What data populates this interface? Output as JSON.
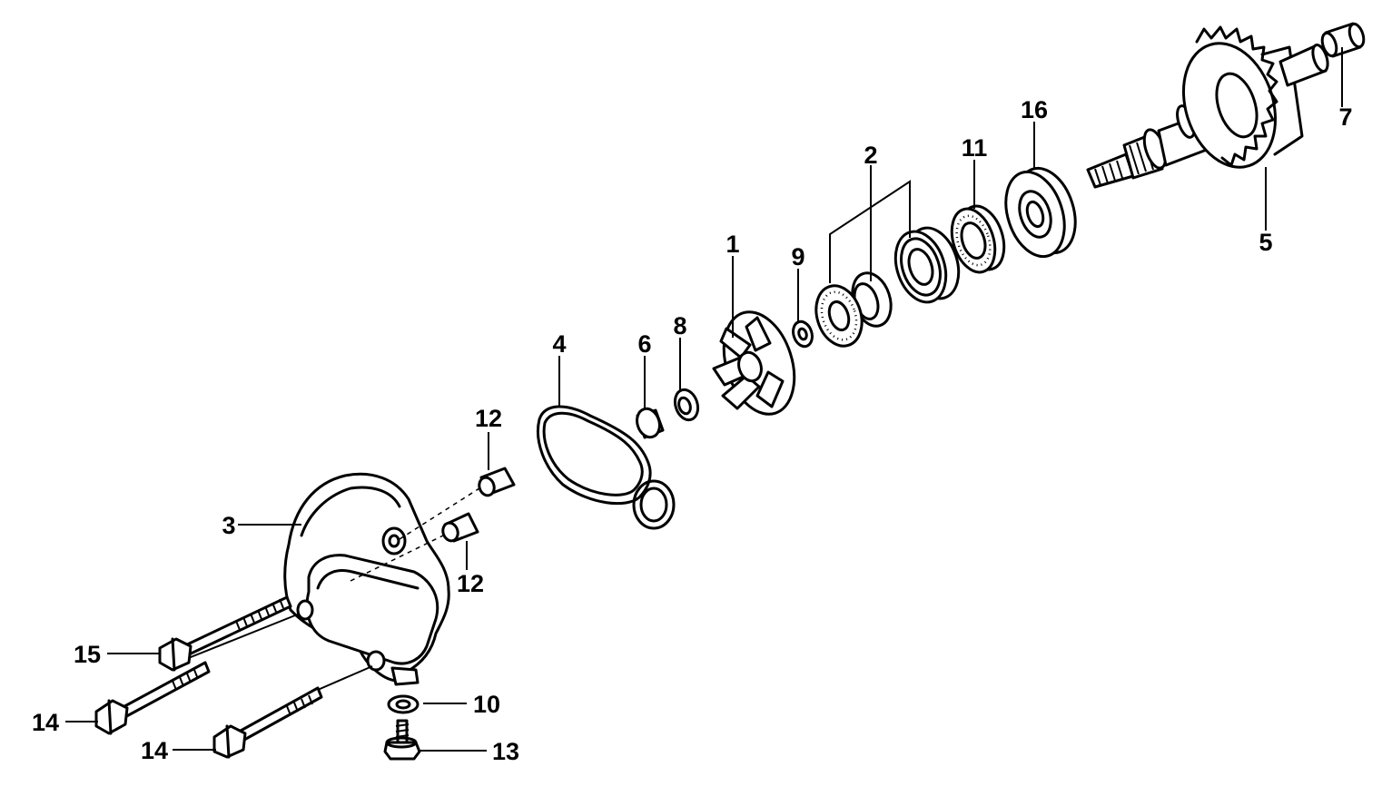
{
  "colors": {
    "ink": "#000000",
    "paper": "#ffffff"
  },
  "parts": {
    "p1": "1",
    "p2": "2",
    "p3": "3",
    "p4": "4",
    "p5": "5",
    "p6": "6",
    "p7": "7",
    "p8": "8",
    "p9": "9",
    "p10": "10",
    "p11": "11",
    "p12a": "12",
    "p12b": "12",
    "p13": "13",
    "p14a": "14",
    "p14b": "14",
    "p15": "15",
    "p16": "16"
  }
}
